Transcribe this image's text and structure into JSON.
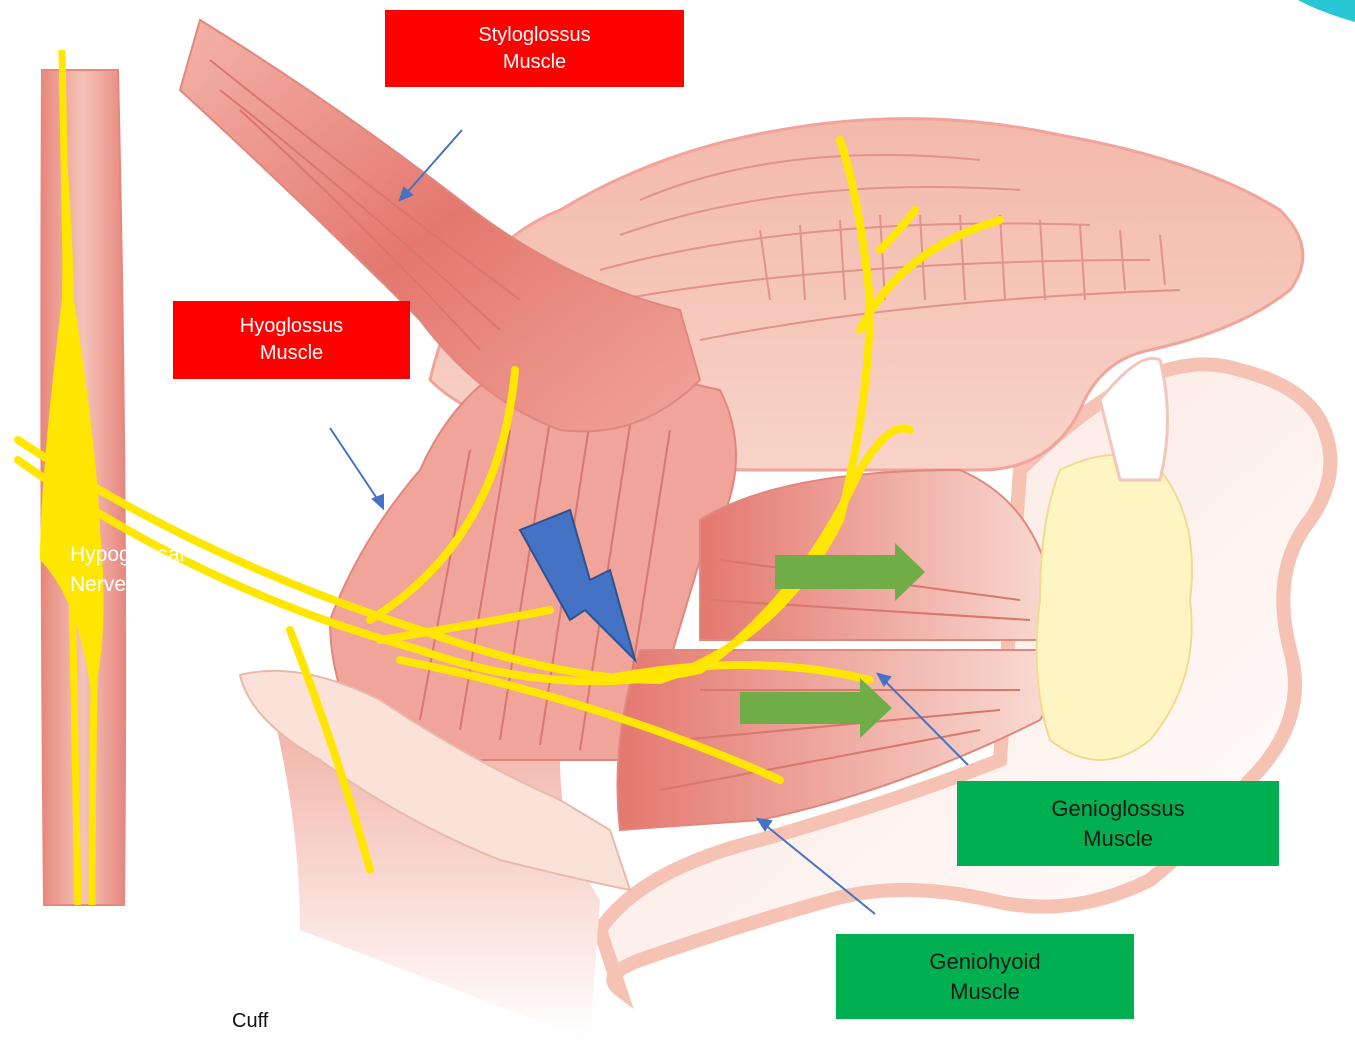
{
  "labels": {
    "styloglossus": {
      "line1": "Styloglossus",
      "line2": "Muscle"
    },
    "hyoglossus": {
      "line1": "Hyoglossus",
      "line2": "Muscle"
    },
    "hypoglossal": {
      "line1": "Hypoglossal",
      "line2": "Nerve (CN XII)"
    },
    "genioglossus": {
      "line1": "Genioglossus",
      "line2": "Muscle"
    },
    "geniohyoid": {
      "line1": "Geniohyoid",
      "line2": "Muscle"
    },
    "cuff": "Cuff"
  },
  "colors": {
    "red_label": "#ff0000",
    "green_label": "#00b050",
    "nerve": "#ffe600",
    "muscle": "#f0a49a",
    "muscle_dark": "#e47b72",
    "tongue": "#f6c3b6",
    "bone": "#fff5c2",
    "pointer": "#4472c4",
    "lightning": "#4472c4",
    "push_arrow": "#70ad47",
    "corner_accent": "#29c6d6"
  },
  "icons": [
    "lightning-bolt-icon",
    "right-arrow-icon"
  ]
}
